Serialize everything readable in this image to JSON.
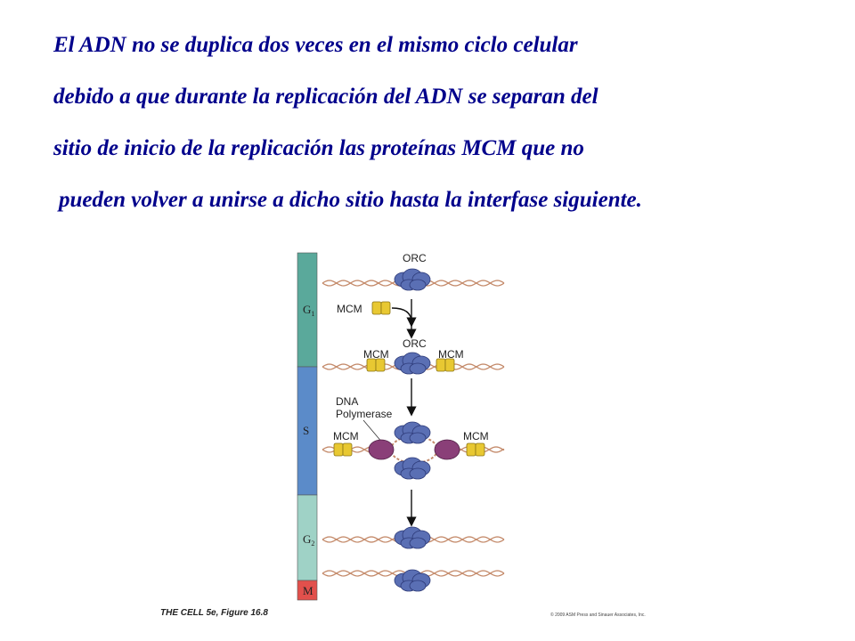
{
  "heading": {
    "lines": [
      "El ADN no se duplica dos veces en el mismo ciclo celular",
      "debido a que durante la replicación del ADN se separan del",
      "sitio de inicio de la replicación las proteínas MCM que no",
      " pueden volver a unirse a dicho sitio hasta la interfase siguiente."
    ]
  },
  "diagram": {
    "phases": [
      {
        "label": "G",
        "sub": "1",
        "color": "#5aa99b"
      },
      {
        "label": "S",
        "sub": "",
        "color": "#5b8bc9"
      },
      {
        "label": "G",
        "sub": "2",
        "color": "#9fd2c6"
      },
      {
        "label": "M",
        "sub": "",
        "color": "#e2504c"
      }
    ],
    "labels": {
      "orc_top": "ORC",
      "mcm_free": "MCM",
      "mcm_left": "MCM",
      "orc_mid": "ORC",
      "mcm_right": "MCM",
      "dna_polymerase_line1": "DNA",
      "dna_polymerase_line2": "Polymerase",
      "mcm_fork_left": "MCM",
      "mcm_fork_right": "MCM"
    },
    "colors": {
      "dna": "#c48a6a",
      "orc": "#5a6fb4",
      "mcm": "#e8c832",
      "polymerase": "#8a3f78"
    }
  },
  "footer": {
    "credit": "THE CELL 5e, Figure 16.8",
    "copyright": "© 2009 ASM Press and Sinauer Associates, Inc."
  }
}
